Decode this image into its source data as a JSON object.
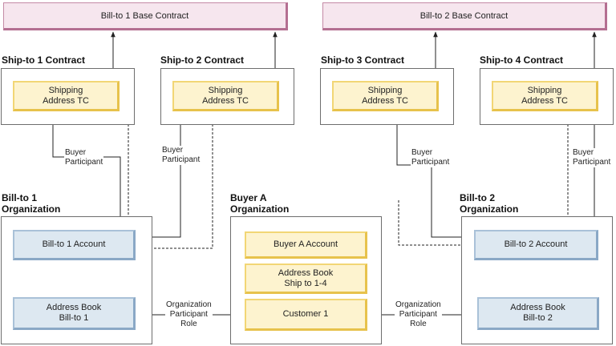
{
  "contracts": {
    "base1": "Bill-to 1 Base Contract",
    "base2": "Bill-to 2 Base Contract",
    "ship1": "Ship-to 1 Contract",
    "ship2": "Ship-to 2 Contract",
    "ship3": "Ship-to 3 Contract",
    "ship4": "Ship-to 4 Contract",
    "shipping_tc": "Shipping\nAddress TC"
  },
  "organizations": {
    "billto1": {
      "title": "Bill-to 1\nOrganization",
      "account": "Bill-to 1 Account",
      "address_book": "Address Book\nBill-to 1"
    },
    "buyerA": {
      "title": "Buyer A\nOrganization",
      "account": "Buyer A Account",
      "address_book": "Address Book\nShip to 1-4",
      "customer": "Customer 1"
    },
    "billto2": {
      "title": "Bill-to 2\nOrganization",
      "account": "Bill-to 2 Account",
      "address_book": "Address Book\nBill-to 2"
    }
  },
  "connector_labels": {
    "buyer_participant": "Buyer\nParticipant",
    "org_participant_role": "Organization\nParticipant\nRole"
  }
}
